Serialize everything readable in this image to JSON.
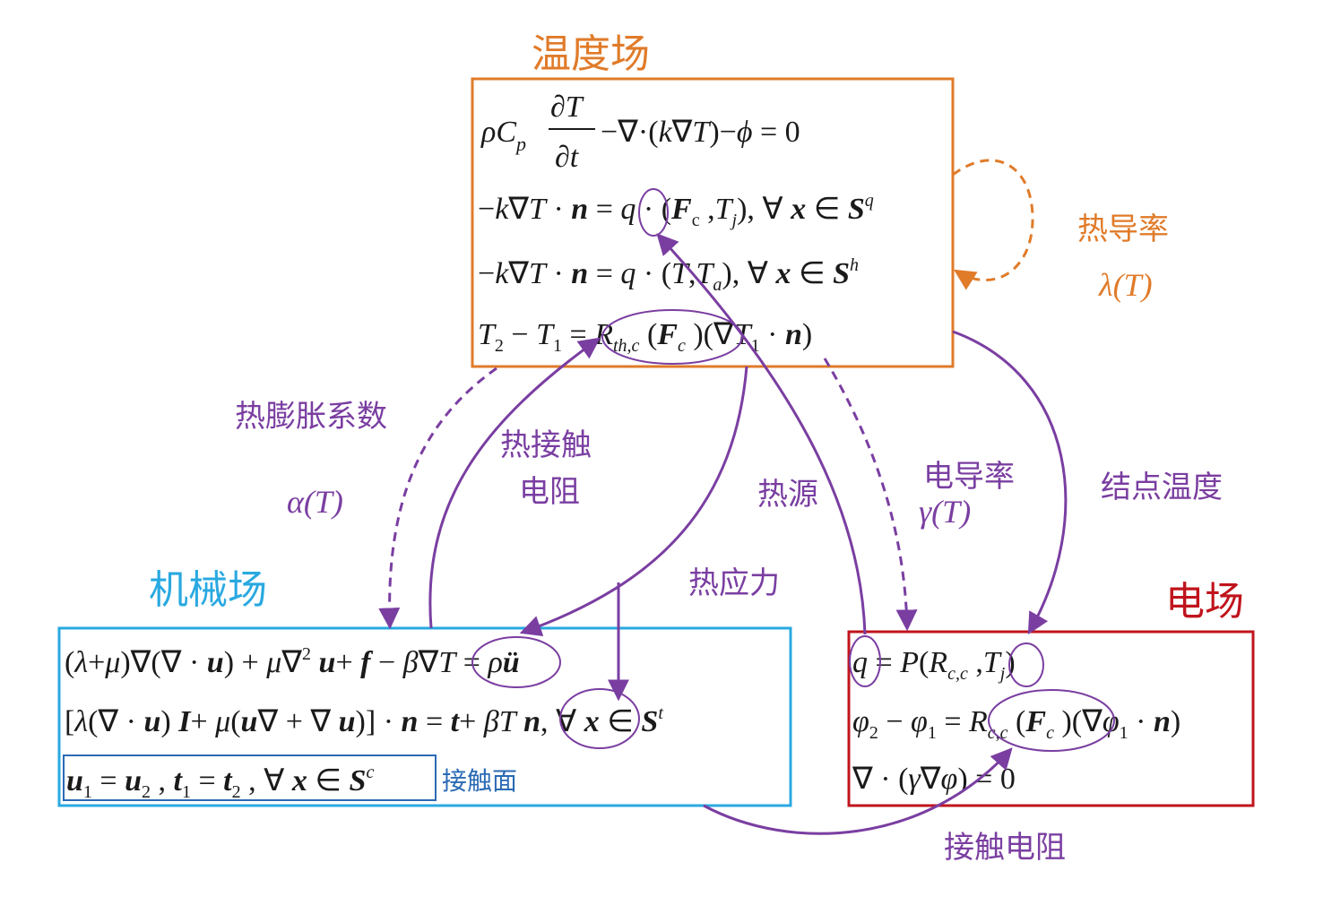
{
  "colors": {
    "temperature": "#e07b2a",
    "mechanical": "#29a9e0",
    "electric": "#c0141c",
    "coupling": "#7a3ea1",
    "contact_box": "#2a6ab5",
    "equation": "#1a1a1a"
  },
  "fields": {
    "temperature": {
      "title": "温度场",
      "equations": [
        "ρC_p ∂T/∂t − ∇·(k∇T) − ϕ = 0",
        "−k∇T·n = q·(F_c, T_j), ∀ x ∈ S^q",
        "−k∇T·n = q·(T, T_a), ∀ x ∈ S^h",
        "T_2 − T_1 = R_th,c(F_c)(∇T_1·n)"
      ]
    },
    "mechanical": {
      "title": "机械场",
      "equations": [
        "(λ+μ)∇(∇·u) + μ∇² u + f − β∇T = ρü",
        "[λ(∇·u)I + μ(u∇ + ∇u)]·n = t + βT n, ∀ x ∈ S^t",
        "u_1 = u_2 , t_1 = t_2 , ∀ x ∈ S^c"
      ],
      "contact_label": "接触面"
    },
    "electric": {
      "title": "电场",
      "equations": [
        "q = P(R_c,c, T_j)",
        "φ_2 − φ_1 = R_c,c(F_c)(∇φ_1·n)",
        "∇·(γ∇φ) = 0"
      ]
    }
  },
  "couplings": {
    "thermal_conductivity": {
      "label": "热导率",
      "symbol": "λ(T)"
    },
    "thermal_expansion": {
      "label": "热膨胀系数",
      "symbol": "α(T)"
    },
    "thermal_contact_resistance": {
      "label_1": "热接触",
      "label_2": "电阻"
    },
    "heat_source": {
      "label": "热源"
    },
    "electric_conductivity": {
      "label": "电导率",
      "symbol": "γ(T)"
    },
    "junction_temperature": {
      "label": "结点温度"
    },
    "thermal_stress": {
      "label": "热应力"
    },
    "electric_contact_resistance": {
      "label": "接触电阻"
    }
  }
}
